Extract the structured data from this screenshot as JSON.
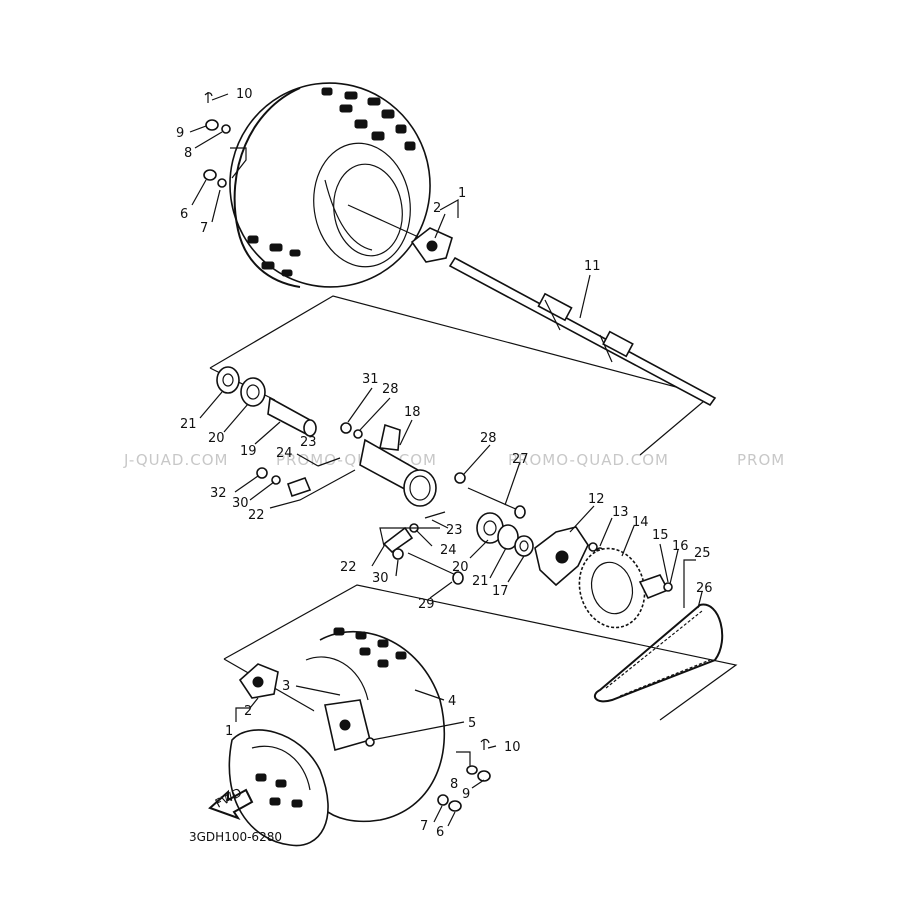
{
  "diagram": {
    "code": "3GDH100-6280",
    "fwd_label": "FWD",
    "watermarks": [
      "J-QUAD.COM",
      "PROMO-QUAD.COM",
      "PROMO-QUAD.COM",
      "PROM"
    ],
    "callouts": [
      {
        "id": "c10a",
        "text": "10"
      },
      {
        "id": "c9a",
        "text": "9"
      },
      {
        "id": "c8a",
        "text": "8"
      },
      {
        "id": "c6a",
        "text": "6"
      },
      {
        "id": "c7a",
        "text": "7"
      },
      {
        "id": "c1a",
        "text": "1"
      },
      {
        "id": "c2a",
        "text": "2"
      },
      {
        "id": "c11",
        "text": "11"
      },
      {
        "id": "c31",
        "text": "31"
      },
      {
        "id": "c28a",
        "text": "28"
      },
      {
        "id": "c21a",
        "text": "21"
      },
      {
        "id": "c20a",
        "text": "20"
      },
      {
        "id": "c19",
        "text": "19"
      },
      {
        "id": "c23a",
        "text": "23"
      },
      {
        "id": "c18",
        "text": "18"
      },
      {
        "id": "c24a",
        "text": "24"
      },
      {
        "id": "c28b",
        "text": "28"
      },
      {
        "id": "c32",
        "text": "32"
      },
      {
        "id": "c30a",
        "text": "30"
      },
      {
        "id": "c22a",
        "text": "22"
      },
      {
        "id": "c27",
        "text": "27"
      },
      {
        "id": "c12",
        "text": "12"
      },
      {
        "id": "c13",
        "text": "13"
      },
      {
        "id": "c14",
        "text": "14"
      },
      {
        "id": "c23b",
        "text": "23"
      },
      {
        "id": "c24b",
        "text": "24"
      },
      {
        "id": "c22b",
        "text": "22"
      },
      {
        "id": "c30b",
        "text": "30"
      },
      {
        "id": "c20b",
        "text": "20"
      },
      {
        "id": "c21b",
        "text": "21"
      },
      {
        "id": "c17",
        "text": "17"
      },
      {
        "id": "c29",
        "text": "29"
      },
      {
        "id": "c15",
        "text": "15"
      },
      {
        "id": "c16",
        "text": "16"
      },
      {
        "id": "c25",
        "text": "25"
      },
      {
        "id": "c26",
        "text": "26"
      },
      {
        "id": "c3",
        "text": "3"
      },
      {
        "id": "c4",
        "text": "4"
      },
      {
        "id": "c2b",
        "text": "2"
      },
      {
        "id": "c1b",
        "text": "1"
      },
      {
        "id": "c5",
        "text": "5"
      },
      {
        "id": "c10b",
        "text": "10"
      },
      {
        "id": "c8b",
        "text": "8"
      },
      {
        "id": "c9b",
        "text": "9"
      },
      {
        "id": "c7b",
        "text": "7"
      },
      {
        "id": "c6b",
        "text": "6"
      }
    ]
  }
}
